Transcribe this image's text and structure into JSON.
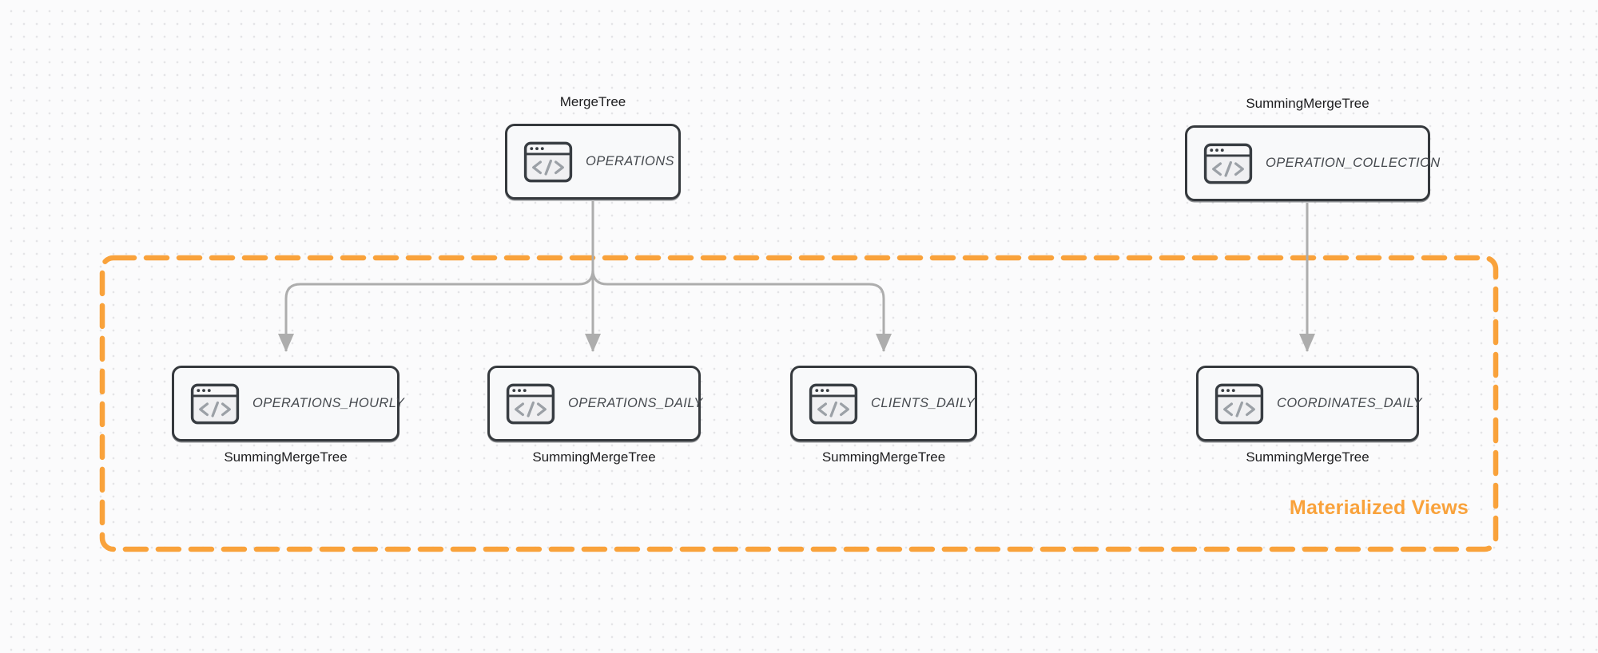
{
  "diagram": {
    "kind": "clickhouse-table-topology",
    "group": {
      "label": "Materialized Views"
    },
    "nodes": [
      {
        "id": "operations",
        "engine": "MergeTree",
        "title": "OPERATIONS",
        "icon": "code-window-icon"
      },
      {
        "id": "operation-collection",
        "engine": "SummingMergeTree",
        "title": "OPERATION_COLLECTION",
        "icon": "code-window-icon"
      },
      {
        "id": "operations-hourly",
        "engine": "SummingMergeTree",
        "title": "OPERATIONS_HOURLY",
        "icon": "code-window-icon"
      },
      {
        "id": "operations-daily",
        "engine": "SummingMergeTree",
        "title": "OPERATIONS_DAILY",
        "icon": "code-window-icon"
      },
      {
        "id": "clients-daily",
        "engine": "SummingMergeTree",
        "title": "CLIENTS_DAILY",
        "icon": "code-window-icon"
      },
      {
        "id": "coordinates-daily",
        "engine": "SummingMergeTree",
        "title": "COORDINATES_DAILY",
        "icon": "code-window-icon"
      }
    ],
    "edges": [
      {
        "from": "operations",
        "to": "operations-hourly"
      },
      {
        "from": "operations",
        "to": "operations-daily"
      },
      {
        "from": "operations",
        "to": "clients-daily"
      },
      {
        "from": "operation-collection",
        "to": "coordinates-daily"
      }
    ],
    "colors": {
      "accent_orange": "#F9A23B",
      "arrow_gray": "#ADADAD",
      "node_border": "#35393D",
      "node_fill": "#F8F9FA",
      "label_text": "#1D1D1F",
      "title_text": "#45494E",
      "background": "#FBFBFC",
      "grid_dot": "#E4E4E7"
    }
  }
}
